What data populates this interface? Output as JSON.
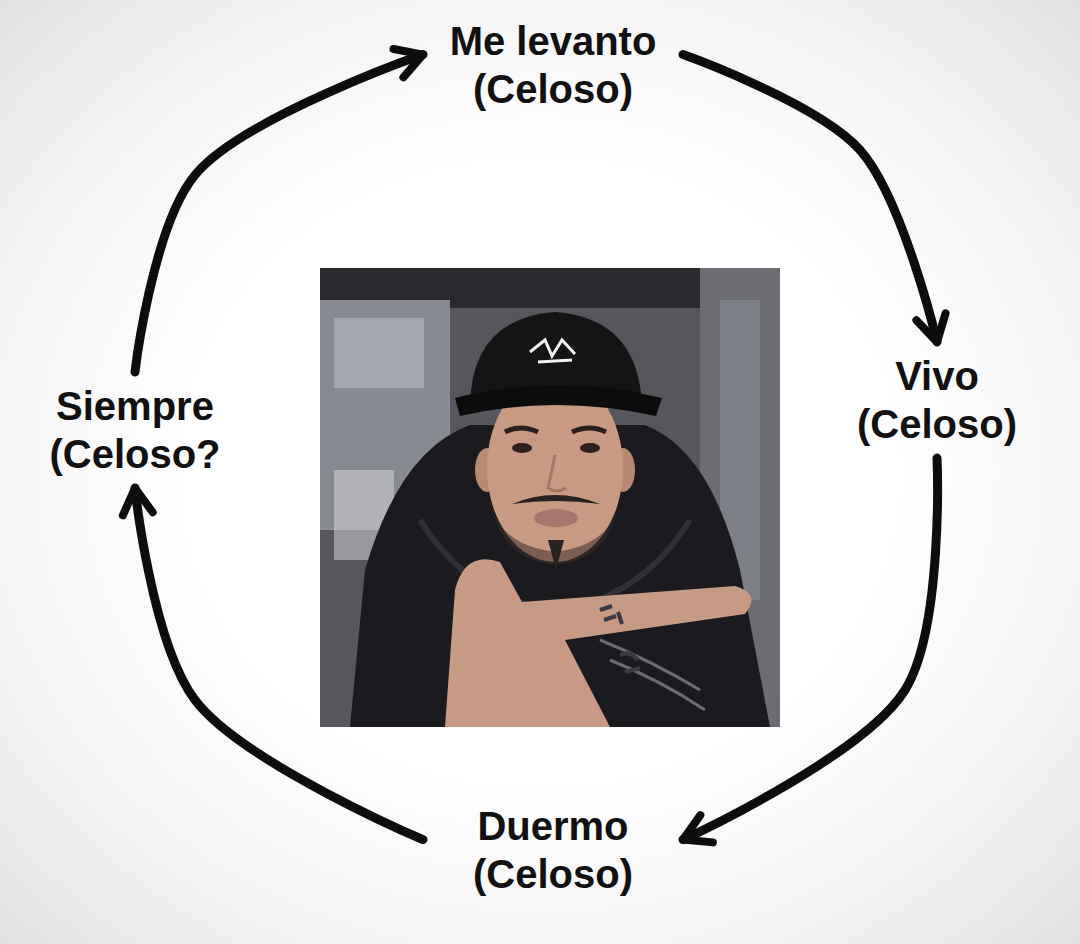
{
  "diagram": {
    "nodes": [
      {
        "text": [
          "Me levanto (Celoso)"
        ]
      },
      {
        "text": [
          "Vivo (Celoso)"
        ]
      },
      {
        "text": [
          "Duermo (Celoso)"
        ]
      },
      {
        "text": [
          "Siempre (Celoso?"
        ]
      }
    ],
    "edges": [
      {
        "from": 0,
        "to": 1,
        "arrow": "to"
      },
      {
        "from": 1,
        "to": 2,
        "arrow": "to"
      },
      {
        "from": 2,
        "to": 3,
        "arrow": "to"
      },
      {
        "from": 3,
        "to": 0,
        "arrow": "to"
      }
    ]
  }
}
